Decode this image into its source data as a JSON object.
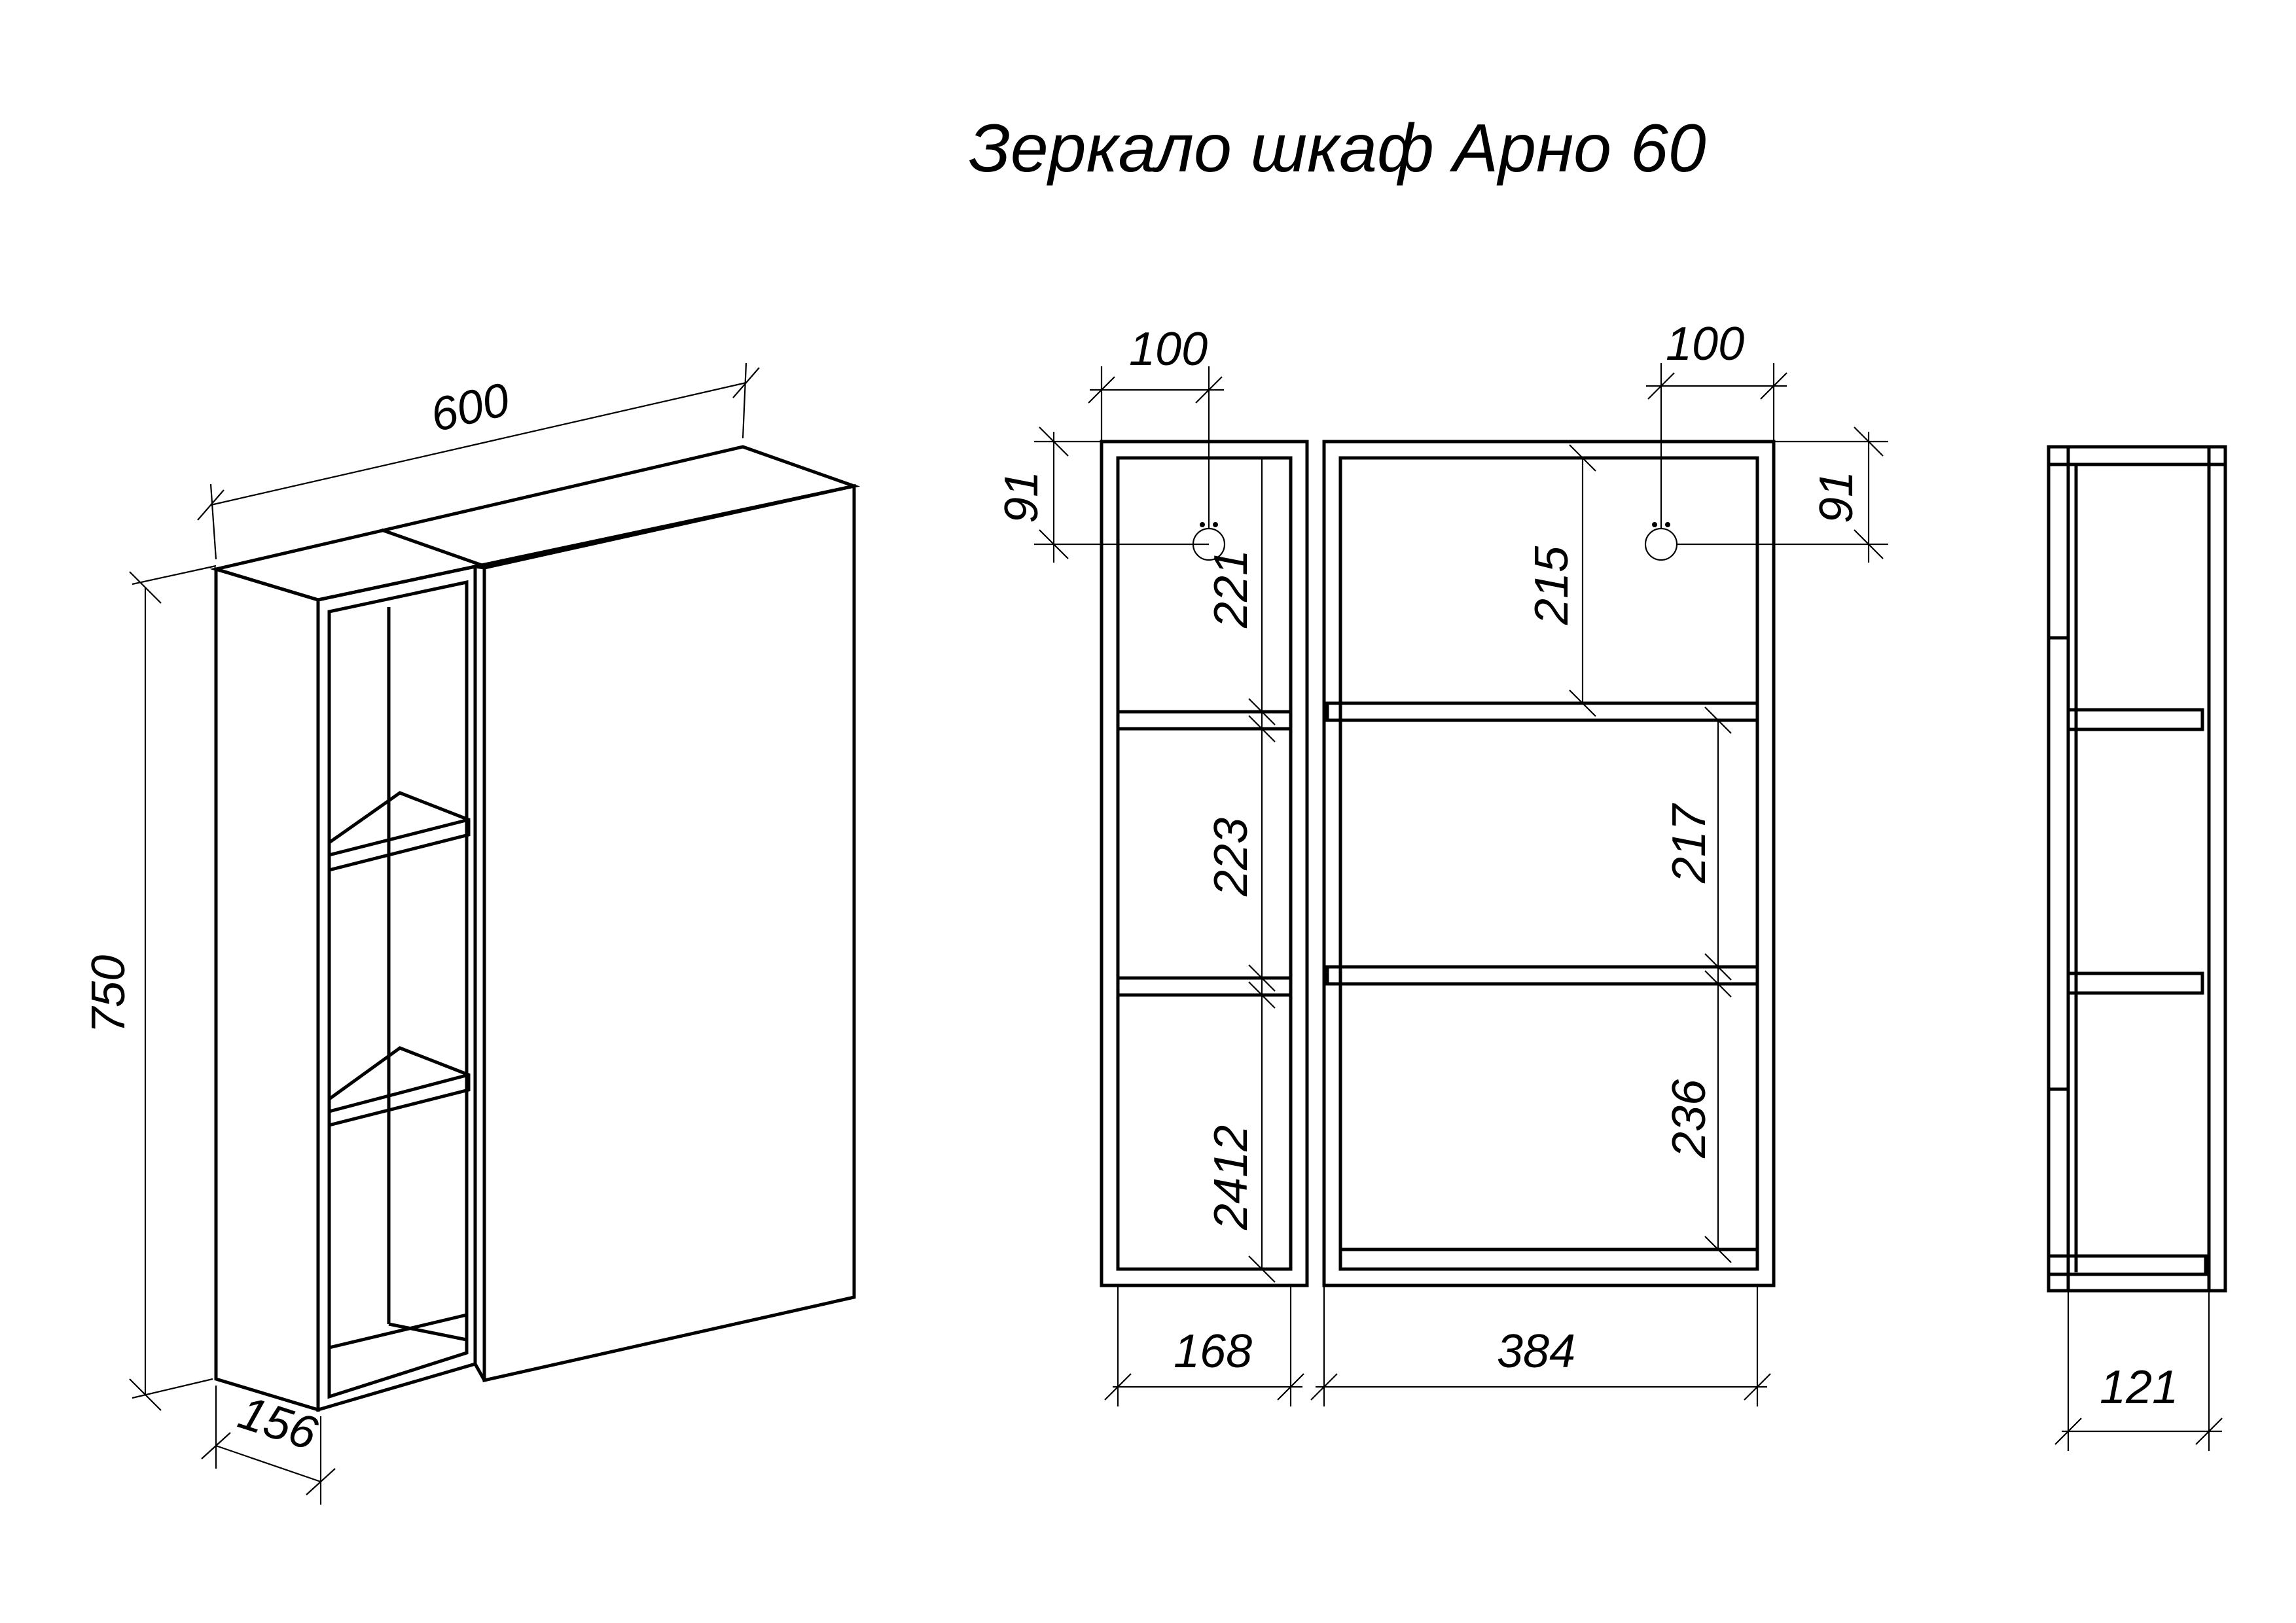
{
  "title": "Зеркало шкаф Арно 60",
  "iso_view": {
    "width": "600",
    "height": "750",
    "depth": "156"
  },
  "front_view": {
    "hole_offset_left": "100",
    "hole_offset_right": "100",
    "hole_drop_left": "91",
    "hole_drop_right": "91",
    "left_section": {
      "top": "221",
      "middle": "223",
      "bottom": "2412",
      "width": "168"
    },
    "right_section": {
      "top": "215",
      "middle": "217",
      "bottom": "236",
      "width": "384"
    }
  },
  "side_view": {
    "depth": "121"
  }
}
